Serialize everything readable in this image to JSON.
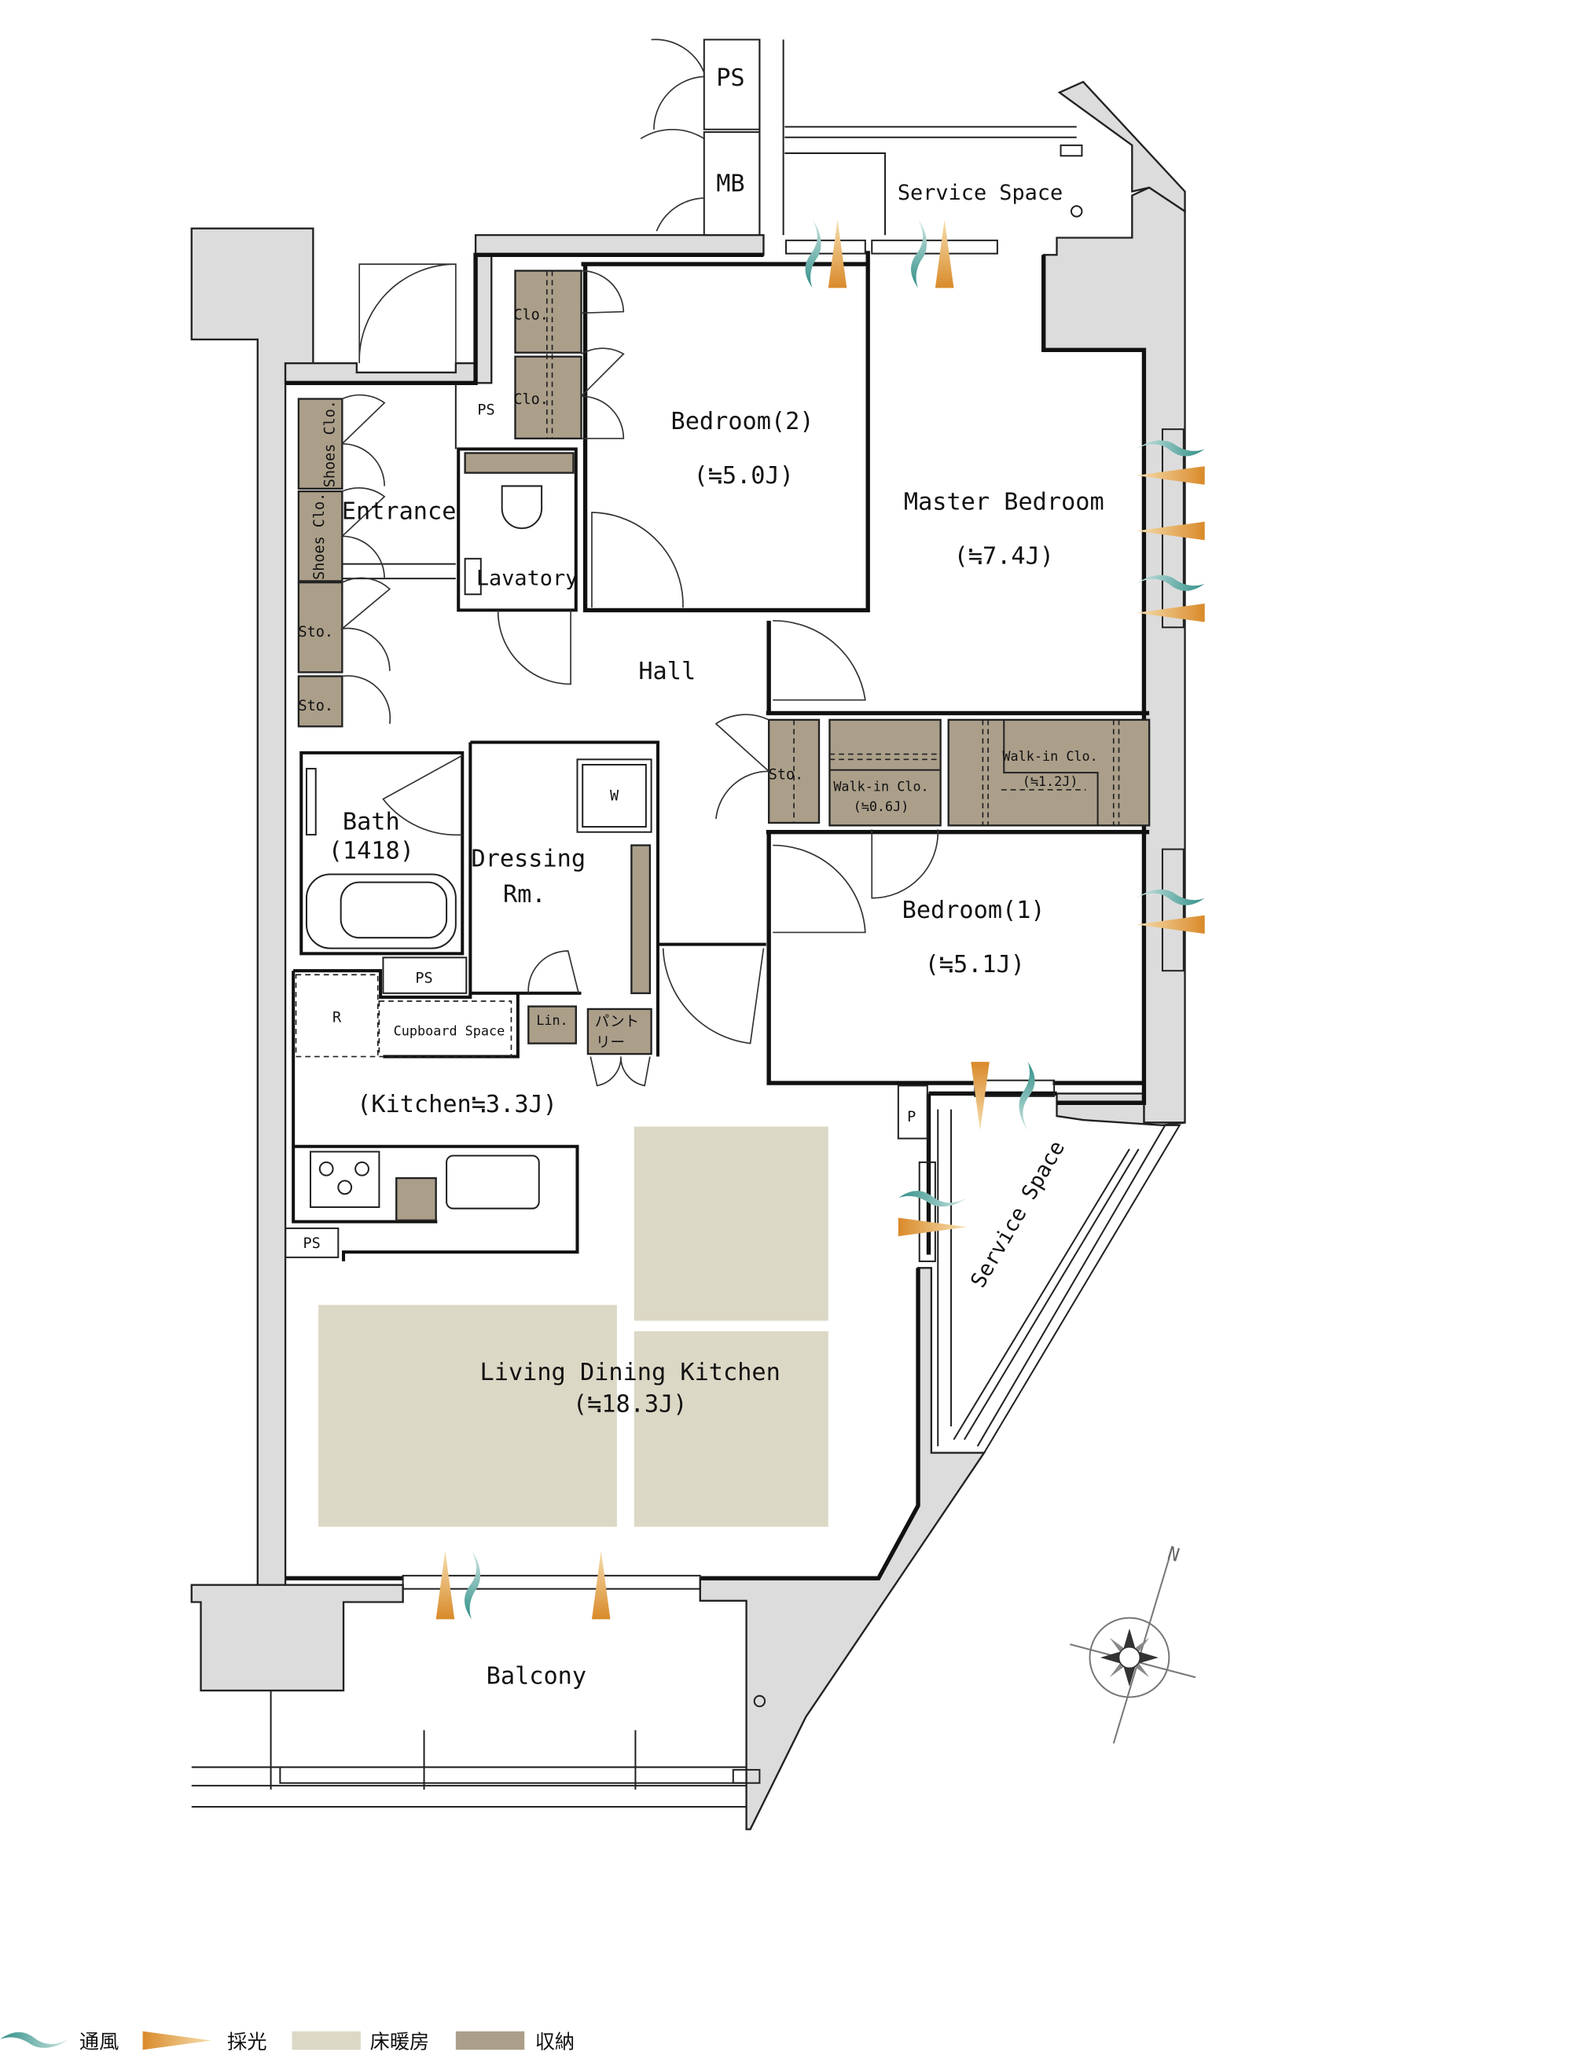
{
  "rooms": {
    "ps_top": "PS",
    "mb": "MB",
    "service_space_top": "Service Space",
    "bedroom2": "Bedroom(2)",
    "bedroom2_size": "(≒5.0J)",
    "master_bedroom": "Master Bedroom",
    "master_bedroom_size": "(≒7.4J)",
    "ps_entrance": "PS",
    "clo1": "Clo.",
    "clo2": "Clo.",
    "shoes_clo1": "Shoes Clo.",
    "shoes_clo2": "Shoes Clo.",
    "entrance": "Entrance",
    "lavatory": "Lavatory",
    "hall": "Hall",
    "sto1": "Sto.",
    "sto2": "Sto.",
    "bath": "Bath",
    "bath_size": "(1418)",
    "dressing": "Dressing",
    "dressing_rm": "Rm.",
    "washer": "W",
    "sto3": "Sto.",
    "wic_small": "Walk-in Clo.",
    "wic_small_size": "(≒0.6J)",
    "wic_large": "Walk-in Clo.",
    "wic_large_size": "(≒1.2J)",
    "bedroom1": "Bedroom(1)",
    "bedroom1_size": "(≒5.1J)",
    "ps_bath": "PS",
    "refrigerator": "R",
    "cupboard_space": "Cupboard Space",
    "linen": "Lin.",
    "pantry_line1": "パント",
    "pantry_line2": "リー",
    "kitchen": "(Kitchen≒3.3J)",
    "p": "P",
    "service_space_side": "Service Space",
    "ps_kitchen": "PS",
    "ldk": "Living Dining Kitchen",
    "ldk_size": "(≒18.3J)",
    "balcony": "Balcony"
  },
  "compass": {
    "north": "N"
  },
  "legend": [
    {
      "label": "通風",
      "color": "#3f9a92"
    },
    {
      "label": "採光",
      "color": "#e0902f"
    },
    {
      "label": "床暖房",
      "color": "#dcd8c6"
    },
    {
      "label": "収納",
      "color": "#ab9f8a"
    }
  ]
}
